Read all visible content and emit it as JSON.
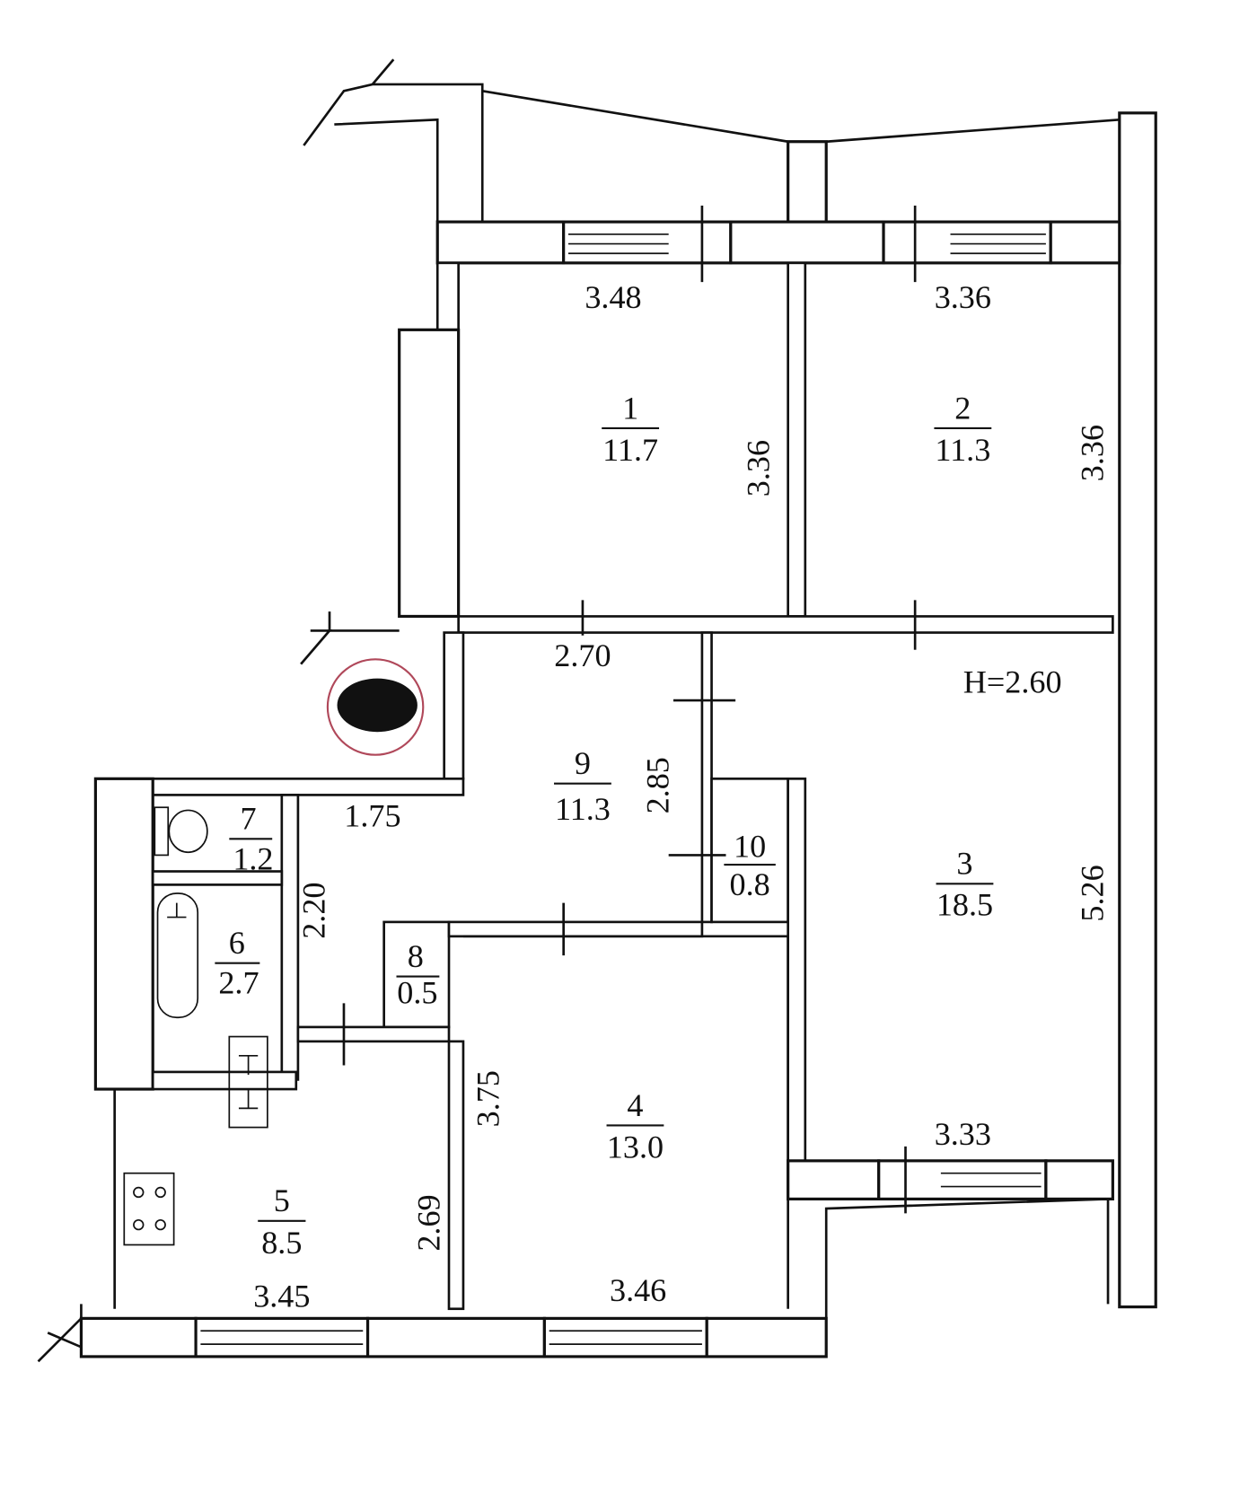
{
  "title_height": "H=2.60",
  "rooms": [
    {
      "number": "1",
      "area": "11.7"
    },
    {
      "number": "2",
      "area": "11.3"
    },
    {
      "number": "3",
      "area": "18.5"
    },
    {
      "number": "4",
      "area": "13.0"
    },
    {
      "number": "5",
      "area": "8.5"
    },
    {
      "number": "6",
      "area": "2.7"
    },
    {
      "number": "7",
      "area": "1.2"
    },
    {
      "number": "8",
      "area": "0.5"
    },
    {
      "number": "9",
      "area": "11.3"
    },
    {
      "number": "10",
      "area": "0.8"
    }
  ],
  "dimensions": {
    "r1_width": "3.48",
    "r1_depth": "3.36",
    "r2_width": "3.36",
    "r2_depth": "3.36",
    "r9_width": "2.70",
    "r9_depth": "2.85",
    "hall_width": "1.75",
    "r6_depth": "2.20",
    "r3_width": "3.33",
    "r3_depth": "5.26",
    "r4_width": "3.46",
    "r4_depth": "3.75",
    "r5_width": "3.45",
    "r5_depth": "2.69"
  },
  "colors": {
    "line": "#111111",
    "mark_circle": "#b0485a"
  }
}
